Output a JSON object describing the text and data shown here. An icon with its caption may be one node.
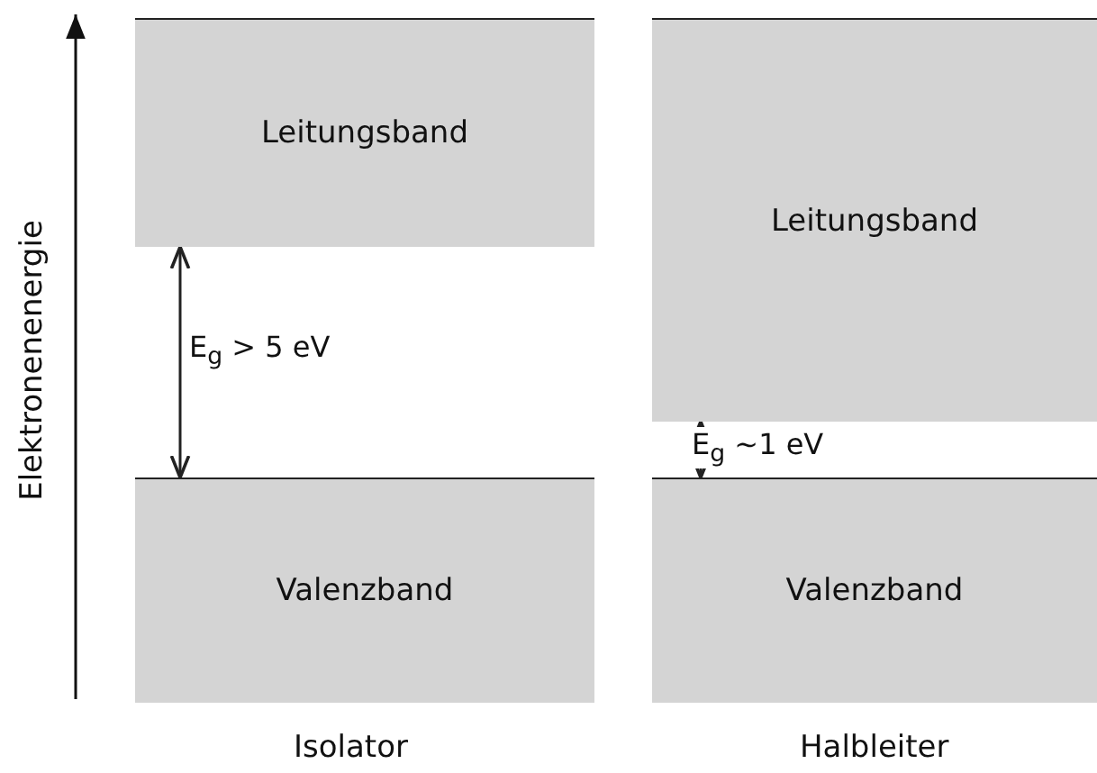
{
  "diagram": {
    "nodes": [
      {
        "text": [
          "Leitungsband"
        ]
      },
      {
        "text": [
          "Leitungsband"
        ]
      },
      {
        "text": [
          "Valenzband"
        ]
      },
      {
        "text": [
          "Valenzband"
        ]
      }
    ],
    "edges": [
      {
        "from": 0,
        "to": 2,
        "arrow": "both",
        "label": "E$_{g}$ > 5 eV"
      },
      {
        "from": 1,
        "to": 3,
        "arrow": "both",
        "label": "E$_{g}$ ~1 eV"
      }
    ],
    "labels": [
      "Elektronenenergie",
      "Isolator",
      "Halbleiter"
    ]
  }
}
